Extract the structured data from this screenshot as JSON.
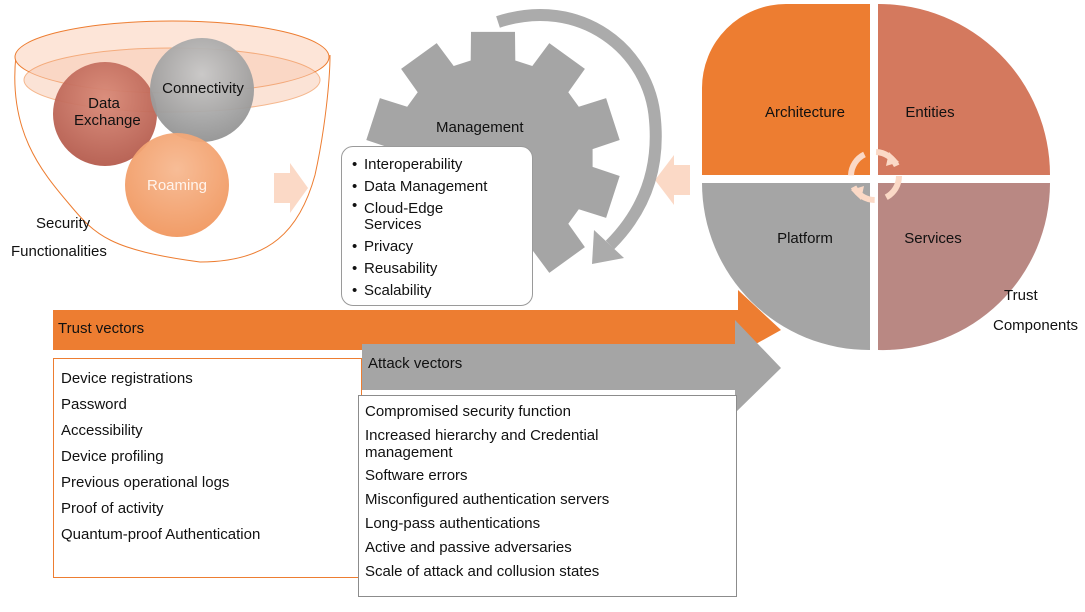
{
  "funnel": {
    "items": [
      "Data Exchange",
      "Connectivity",
      "Roaming"
    ],
    "caption_line1": "Security",
    "caption_line2": "Functionalities"
  },
  "management": {
    "title": "Management",
    "items": [
      "Interoperability",
      "Data Management",
      "Cloud-Edge Services",
      "Privacy",
      "Reusability",
      "Scalability"
    ]
  },
  "trust_components": {
    "quadrants": [
      "Architecture",
      "Entities",
      "Platform",
      "Services"
    ],
    "caption_line1": "Trust",
    "caption_line2": "Components"
  },
  "trust_vectors": {
    "title": "Trust vectors",
    "items": [
      "Device registrations",
      "Password",
      "Accessibility",
      "Device profiling",
      "Previous operational logs",
      "Proof of activity",
      "Quantum-proof Authentication"
    ]
  },
  "attack_vectors": {
    "title": "Attack vectors",
    "items": [
      "Compromised security function",
      "Increased hierarchy and Credential management",
      "Software errors",
      "Misconfigured authentication servers",
      "Long-pass authentications",
      "Active and passive adversaries",
      "Scale of attack and collusion states"
    ]
  },
  "colors": {
    "orange": "#ed7d31",
    "gray": "#a5a5a5",
    "entities": "#d4795e",
    "services": "#b98883"
  }
}
